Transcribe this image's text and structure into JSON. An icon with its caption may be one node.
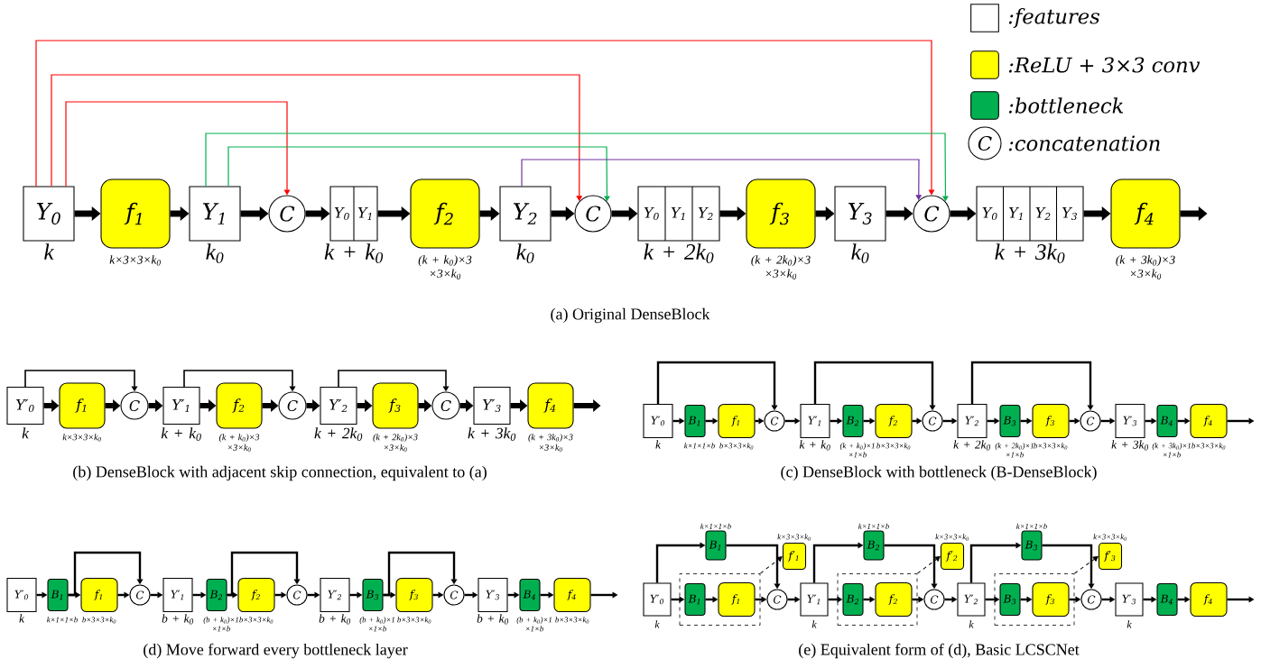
{
  "diagram": {
    "nodes": [
      {
        "text": [
          "Y$_{0}$"
        ],
        "beside": [
          "k"
        ]
      },
      {
        "text": [
          "f$_{1}$"
        ],
        "beside": [
          "k×3×3×k$_{0}$"
        ]
      },
      {
        "text": [
          "Y$_{1}$"
        ],
        "beside": [
          "k$_{0}$"
        ]
      },
      {
        "text": [
          "C"
        ]
      },
      {
        "text": [
          "Y$_{0}$",
          "Y$_{1}$"
        ],
        "beside": [
          "k + k$_{0}$"
        ]
      },
      {
        "text": [
          "f$_{2}$"
        ],
        "beside": [
          "(k + k$_{0}$)×3 ×3×k$_{0}$"
        ]
      },
      {
        "text": [
          "Y$_{2}$"
        ],
        "beside": [
          "k$_{0}$"
        ]
      },
      {
        "text": [
          "C"
        ]
      },
      {
        "text": [
          "Y$_{0}$",
          "Y$_{1}$",
          "Y$_{2}$"
        ],
        "beside": [
          "k + 2k$_{0}$"
        ]
      },
      {
        "text": [
          "f$_{3}$"
        ],
        "beside": [
          "(k + 2k$_{0}$)×3 ×3×k$_{0}$"
        ]
      },
      {
        "text": [
          "Y$_{3}$"
        ],
        "beside": [
          "k$_{0}$"
        ]
      },
      {
        "text": [
          "C"
        ]
      },
      {
        "text": [
          "Y$_{0}$",
          "Y$_{1}$",
          "Y$_{2}$",
          "Y$_{3}$"
        ],
        "beside": [
          "k + 3k$_{0}$"
        ]
      },
      {
        "text": [
          "f$_{4}$"
        ],
        "beside": [
          "(k + 3k$_{0}$)×3 ×3×k$_{0}$"
        ]
      },
      {
        "text": [
          "Y′$_{0}$"
        ],
        "beside": [
          "k"
        ]
      },
      {
        "text": [
          "f$_{1}$"
        ],
        "beside": [
          "k×3×3×k$_{0}$"
        ]
      },
      {
        "text": [
          "C"
        ]
      },
      {
        "text": [
          "Y′$_{1}$"
        ],
        "beside": [
          "k + k$_{0}$"
        ]
      },
      {
        "text": [
          "f$_{2}$"
        ],
        "beside": [
          "(k + k$_{0}$)×3 ×3×k$_{0}$"
        ]
      },
      {
        "text": [
          "C"
        ]
      },
      {
        "text": [
          "Y′$_{2}$"
        ],
        "beside": [
          "k + 2k$_{0}$"
        ]
      },
      {
        "text": [
          "f$_{3}$"
        ],
        "beside": [
          "(k + 2k$_{0}$)×3 ×3×k$_{0}$"
        ]
      },
      {
        "text": [
          "C"
        ]
      },
      {
        "text": [
          "Y′$_{3}$"
        ],
        "beside": [
          "k + 3k$_{0}$"
        ]
      },
      {
        "text": [
          "f$_{4}$"
        ],
        "beside": [
          "(k + 3k$_{0}$)×3 ×3×k$_{0}$"
        ]
      },
      {
        "text": [
          "Y′$_{0}$"
        ],
        "beside": [
          "k"
        ]
      },
      {
        "text": [
          "B$_{1}$"
        ],
        "beside": [
          "k×1×1×b"
        ]
      },
      {
        "text": [
          "f$_{1}$"
        ],
        "beside": [
          "b×3×3×k$_{0}$"
        ]
      },
      {
        "text": [
          "C"
        ]
      },
      {
        "text": [
          "Y′$_{1}$"
        ],
        "beside": [
          "k + k$_{0}$"
        ]
      },
      {
        "text": [
          "B$_{2}$"
        ],
        "beside": [
          "(k + k$_{0}$)×1 ×1×b"
        ]
      },
      {
        "text": [
          "f$_{2}$"
        ],
        "beside": [
          "b×3×3×k$_{0}$"
        ]
      },
      {
        "text": [
          "C"
        ]
      },
      {
        "text": [
          "Y′$_{2}$"
        ],
        "beside": [
          "k + 2k$_{0}$"
        ]
      },
      {
        "text": [
          "B$_{3}$"
        ],
        "beside": [
          "(k + 2k$_{0}$)×1 ×1×b"
        ]
      },
      {
        "text": [
          "f$_{3}$"
        ],
        "beside": [
          "b×3×3×k$_{0}$"
        ]
      },
      {
        "text": [
          "C"
        ]
      },
      {
        "text": [
          "Y′$_{3}$"
        ],
        "beside": [
          "k + 3k$_{0}$"
        ]
      },
      {
        "text": [
          "B$_{4}$"
        ],
        "beside": [
          "(k + 3k$_{0}$)×1 ×1×b"
        ]
      },
      {
        "text": [
          "f$_{4}$"
        ],
        "beside": [
          "b×3×3×k$_{0}$"
        ]
      },
      {
        "text": [
          "Y′$_{0}$"
        ],
        "beside": [
          "k"
        ]
      },
      {
        "text": [
          "B$_{1}$"
        ],
        "beside": [
          "k×1×1×b"
        ]
      },
      {
        "text": [
          "f$_{1}$"
        ],
        "beside": [
          "b×3×3×k$_{0}$"
        ]
      },
      {
        "text": [
          "C"
        ]
      },
      {
        "text": [
          "Y′$_{1}$"
        ],
        "beside": [
          "b + k$_{0}$"
        ]
      },
      {
        "text": [
          "B$_{2}$"
        ],
        "beside": [
          "(b + k$_{0}$)×1 ×1×b"
        ]
      },
      {
        "text": [
          "f$_{2}$"
        ],
        "beside": [
          "b×3×3×k$_{0}$"
        ]
      },
      {
        "text": [
          "C"
        ]
      },
      {
        "text": [
          "Y′$_{2}$"
        ],
        "beside": [
          "b + k$_{0}$"
        ]
      },
      {
        "text": [
          "B$_{3}$"
        ],
        "beside": [
          "(b + k$_{0}$)×1 ×1×b"
        ]
      },
      {
        "text": [
          "f$_{3}$"
        ],
        "beside": [
          "b×3×3×k$_{0}$"
        ]
      },
      {
        "text": [
          "C"
        ]
      },
      {
        "text": [
          "Y′$_{3}$"
        ],
        "beside": [
          "b + k$_{0}$"
        ]
      },
      {
        "text": [
          "B$_{4}$"
        ],
        "beside": [
          "(b + k$_{0}$)×1 ×1×b"
        ]
      },
      {
        "text": [
          "f$_{4}$"
        ],
        "beside": [
          "b×3×3×k$_{0}$"
        ]
      },
      {
        "text": [
          "Y′$_{0}$"
        ],
        "beside": [
          "k"
        ]
      },
      {
        "text": [
          "B$_{1}$"
        ],
        "beside": [
          "k×1×1×b"
        ]
      },
      {
        "text": [
          "f′$_{1}$"
        ],
        "beside": [
          "k×3×3×k$_{0}$"
        ]
      },
      {
        "text": [],
        "shape": "box"
      },
      {
        "text": [
          "B$_{1}$"
        ],
        "in": 58
      },
      {
        "text": [
          "f$_{1}$"
        ],
        "in": 58
      },
      {
        "text": [
          "C"
        ]
      },
      {
        "text": [
          "Y′$_{1}$"
        ],
        "beside": [
          "k"
        ]
      },
      {
        "text": [
          "B$_{2}$"
        ],
        "beside": [
          "k×1×1×b"
        ]
      },
      {
        "text": [
          "f′$_{2}$"
        ],
        "beside": [
          "k×3×3×k$_{0}$"
        ]
      },
      {
        "text": [],
        "shape": "box"
      },
      {
        "text": [
          "B$_{2}$"
        ],
        "in": 65
      },
      {
        "text": [
          "f$_{2}$"
        ],
        "in": 65
      },
      {
        "text": [
          "C"
        ]
      },
      {
        "text": [
          "Y′$_{2}$"
        ],
        "beside": [
          "k"
        ]
      },
      {
        "text": [
          "B$_{3}$"
        ],
        "beside": [
          "k×1×1×b"
        ]
      },
      {
        "text": [
          "f′$_{3}$"
        ],
        "beside": [
          "k×3×3×k$_{0}$"
        ]
      },
      {
        "text": [],
        "shape": "box"
      },
      {
        "text": [
          "B$_{3}$"
        ],
        "in": 72
      },
      {
        "text": [
          "f$_{3}$"
        ],
        "in": 72
      },
      {
        "text": [
          "C"
        ]
      },
      {
        "text": [
          "Y′$_{3}$"
        ],
        "beside": [
          "k"
        ]
      },
      {
        "text": [
          "B$_{4}$"
        ]
      },
      {
        "text": [
          "f$_{4}$"
        ]
      }
    ],
    "edges": [
      {
        "from": 0,
        "to": 1,
        "arrow": "to",
        "style": "thick"
      },
      {
        "from": 1,
        "to": 2,
        "arrow": "to",
        "style": "thick"
      },
      {
        "from": 2,
        "to": 3,
        "arrow": "to",
        "style": "thick"
      },
      {
        "from": 3,
        "to": 4,
        "arrow": "to",
        "style": "thick"
      },
      {
        "from": 4,
        "to": 5,
        "arrow": "to",
        "style": "thick"
      },
      {
        "from": 5,
        "to": 6,
        "arrow": "to",
        "style": "thick"
      },
      {
        "from": 6,
        "to": 7,
        "arrow": "to",
        "style": "thick"
      },
      {
        "from": 7,
        "to": 8,
        "arrow": "to",
        "style": "thick"
      },
      {
        "from": 8,
        "to": 9,
        "arrow": "to",
        "style": "thick"
      },
      {
        "from": 9,
        "to": 10,
        "arrow": "to",
        "style": "thick"
      },
      {
        "from": 10,
        "to": 11,
        "arrow": "to",
        "style": "thick"
      },
      {
        "from": 11,
        "to": 12,
        "arrow": "to",
        "style": "thick"
      },
      {
        "from": 12,
        "to": 13,
        "arrow": "to",
        "style": "thick"
      },
      {
        "from": 13,
        "to": null,
        "arrow": "to",
        "style": "thick"
      },
      {
        "from": 0,
        "to": 3,
        "arrow": "to",
        "color": "#ff0000"
      },
      {
        "from": 0,
        "to": 7,
        "arrow": "to",
        "color": "#ff0000"
      },
      {
        "from": 0,
        "to": 11,
        "arrow": "to",
        "color": "#ff0000"
      },
      {
        "from": 2,
        "to": 7,
        "arrow": "to",
        "color": "#00b050"
      },
      {
        "from": 2,
        "to": 11,
        "arrow": "to",
        "color": "#00b050"
      },
      {
        "from": 6,
        "to": 11,
        "arrow": "to",
        "color": "#7030a0"
      },
      {
        "from": 14,
        "to": 15,
        "arrow": "to",
        "style": "thick"
      },
      {
        "from": 15,
        "to": 16,
        "arrow": "to",
        "style": "thick"
      },
      {
        "from": 16,
        "to": 17,
        "arrow": "to",
        "style": "thick"
      },
      {
        "from": 17,
        "to": 18,
        "arrow": "to",
        "style": "thick"
      },
      {
        "from": 18,
        "to": 19,
        "arrow": "to",
        "style": "thick"
      },
      {
        "from": 19,
        "to": 20,
        "arrow": "to",
        "style": "thick"
      },
      {
        "from": 20,
        "to": 21,
        "arrow": "to",
        "style": "thick"
      },
      {
        "from": 21,
        "to": 22,
        "arrow": "to",
        "style": "thick"
      },
      {
        "from": 22,
        "to": 23,
        "arrow": "to",
        "style": "thick"
      },
      {
        "from": 23,
        "to": 24,
        "arrow": "to",
        "style": "thick"
      },
      {
        "from": 24,
        "to": null,
        "arrow": "to",
        "style": "thick"
      },
      {
        "from": 14,
        "to": 16,
        "arrow": "to"
      },
      {
        "from": 17,
        "to": 19,
        "arrow": "to"
      },
      {
        "from": 20,
        "to": 22,
        "arrow": "to"
      },
      {
        "from": 25,
        "to": 26,
        "arrow": "to"
      },
      {
        "from": 26,
        "to": 27,
        "arrow": "to"
      },
      {
        "from": 27,
        "to": 28,
        "arrow": "to"
      },
      {
        "from": 28,
        "to": 29,
        "arrow": "to"
      },
      {
        "from": 29,
        "to": 30,
        "arrow": "to"
      },
      {
        "from": 30,
        "to": 31,
        "arrow": "to"
      },
      {
        "from": 31,
        "to": 32,
        "arrow": "to"
      },
      {
        "from": 32,
        "to": 33,
        "arrow": "to"
      },
      {
        "from": 33,
        "to": 34,
        "arrow": "to"
      },
      {
        "from": 34,
        "to": 35,
        "arrow": "to"
      },
      {
        "from": 35,
        "to": 36,
        "arrow": "to"
      },
      {
        "from": 36,
        "to": 37,
        "arrow": "to"
      },
      {
        "from": 37,
        "to": 38,
        "arrow": "to"
      },
      {
        "from": 38,
        "to": 39,
        "arrow": "to"
      },
      {
        "from": 39,
        "to": null,
        "arrow": "to"
      },
      {
        "from": 25,
        "to": 28,
        "arrow": "to"
      },
      {
        "from": 29,
        "to": 32,
        "arrow": "to"
      },
      {
        "from": 33,
        "to": 36,
        "arrow": "to"
      },
      {
        "from": 40,
        "to": 41,
        "arrow": "to"
      },
      {
        "from": 41,
        "to": 42,
        "arrow": "to"
      },
      {
        "from": 42,
        "to": 43,
        "arrow": "to"
      },
      {
        "from": 43,
        "to": 44,
        "arrow": "to"
      },
      {
        "from": 44,
        "to": 45,
        "arrow": "to"
      },
      {
        "from": 45,
        "to": 46,
        "arrow": "to"
      },
      {
        "from": 46,
        "to": 47,
        "arrow": "to"
      },
      {
        "from": 47,
        "to": 48,
        "arrow": "to"
      },
      {
        "from": 48,
        "to": 49,
        "arrow": "to"
      },
      {
        "from": 49,
        "to": 50,
        "arrow": "to"
      },
      {
        "from": 50,
        "to": 51,
        "arrow": "to"
      },
      {
        "from": 51,
        "to": 52,
        "arrow": "to"
      },
      {
        "from": 52,
        "to": 53,
        "arrow": "to"
      },
      {
        "from": 53,
        "to": 54,
        "arrow": "to"
      },
      {
        "from": 54,
        "to": null,
        "arrow": "to"
      },
      {
        "from": 41,
        "to": 43,
        "arrow": "to"
      },
      {
        "from": 45,
        "to": 47,
        "arrow": "to"
      },
      {
        "from": 49,
        "to": 51,
        "arrow": "to"
      },
      {
        "from": 55,
        "to": 59,
        "arrow": "to"
      },
      {
        "from": 59,
        "to": 60,
        "arrow": "to"
      },
      {
        "from": 60,
        "to": 61,
        "arrow": "to"
      },
      {
        "from": 61,
        "to": 62,
        "arrow": "to"
      },
      {
        "from": 62,
        "to": 66,
        "arrow": "to"
      },
      {
        "from": 66,
        "to": 67,
        "arrow": "to"
      },
      {
        "from": 67,
        "to": 68,
        "arrow": "to"
      },
      {
        "from": 68,
        "to": 69,
        "arrow": "to"
      },
      {
        "from": 69,
        "to": 73,
        "arrow": "to"
      },
      {
        "from": 73,
        "to": 74,
        "arrow": "to"
      },
      {
        "from": 74,
        "to": 75,
        "arrow": "to"
      },
      {
        "from": 75,
        "to": 76,
        "arrow": "to"
      },
      {
        "from": 76,
        "to": 77,
        "arrow": "to"
      },
      {
        "from": 77,
        "to": 78,
        "arrow": "to"
      },
      {
        "from": 78,
        "to": null,
        "arrow": "to"
      },
      {
        "from": 55,
        "to": 56,
        "arrow": "to"
      },
      {
        "from": 56,
        "to": 61,
        "arrow": "to"
      },
      {
        "from": 58,
        "to": 57,
        "arrow": "to",
        "style": "dashed"
      },
      {
        "from": 62,
        "to": 63,
        "arrow": "to"
      },
      {
        "from": 63,
        "to": 68,
        "arrow": "to"
      },
      {
        "from": 65,
        "to": 64,
        "arrow": "to",
        "style": "dashed"
      },
      {
        "from": 69,
        "to": 70,
        "arrow": "to"
      },
      {
        "from": 70,
        "to": 75,
        "arrow": "to"
      },
      {
        "from": 72,
        "to": 71,
        "arrow": "to",
        "style": "dashed"
      }
    ],
    "labels": [
      "C",
      "(a) Original DenseBlock",
      "(b) DenseBlock with adjacent skip connection, equivalent to (a)",
      "(c) DenseBlock with bottleneck (B-DenseBlock)",
      "(d) Move forward every bottleneck layer",
      "(e) Equivalent form of (d), Basic LCSCNet"
    ],
    "legend": [
      {
        "text": ":features"
      },
      {
        "text": ":ReLU + 3×3 conv",
        "color": "#ffff00"
      },
      {
        "text": ":bottleneck",
        "color": "#00b050"
      },
      {
        "text": ":concatenation"
      }
    ]
  }
}
